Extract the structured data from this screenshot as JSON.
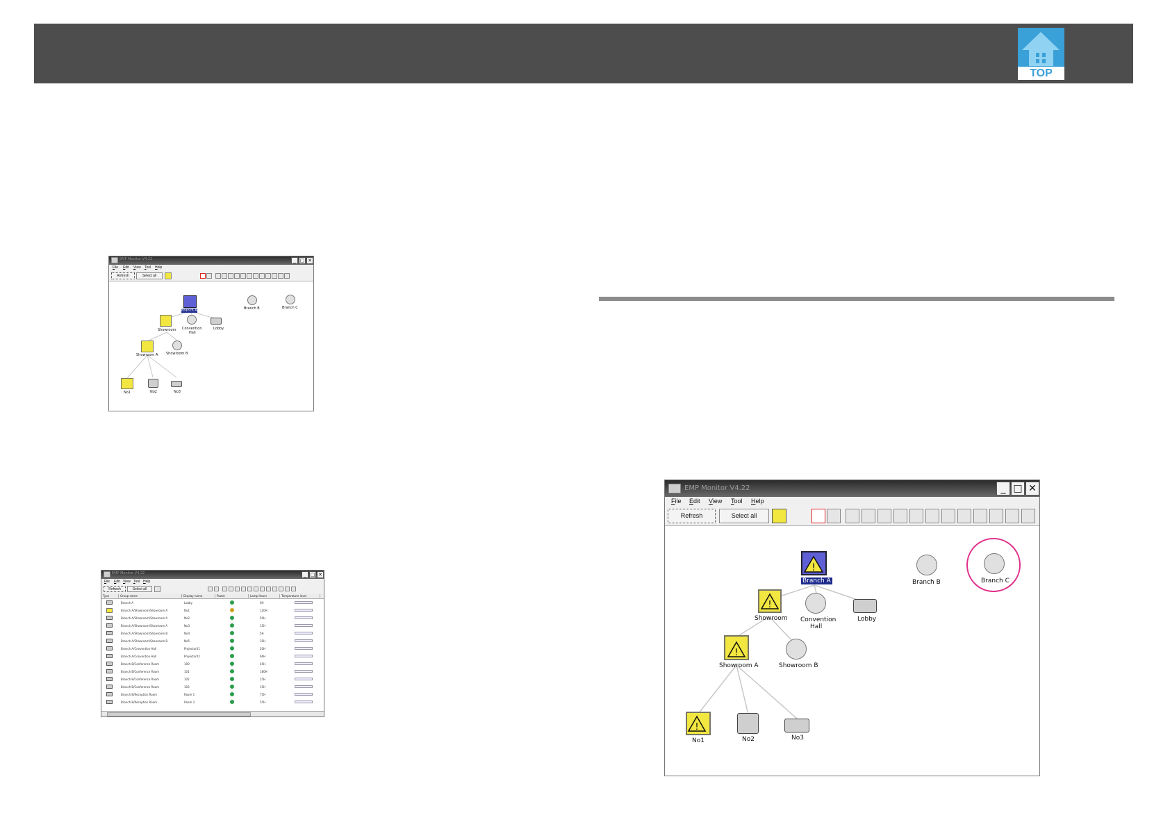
{
  "header": {
    "logo_text": "TOP",
    "logo_color": "#3aa0d8"
  },
  "window1": {
    "title": "EMP Monitor V4.22",
    "menu": [
      "File",
      "Edit",
      "View",
      "Tool",
      "Help"
    ],
    "refresh_label": "Refresh",
    "select_all_label": "Select all",
    "nodes": {
      "branch_a": "Branch A",
      "branch_b": "Branch B",
      "branch_c": "Branch C",
      "showroom": "Showroom",
      "convention_hall_1": "Convention",
      "convention_hall_2": "Hall",
      "lobby": "Lobby",
      "showroom_a": "Showroom A",
      "showroom_b": "Showroom B",
      "no1": "No1",
      "no2": "No2",
      "no3": "No3"
    }
  },
  "window2": {
    "title": "EMP Monitor V4.22",
    "menu": [
      "File",
      "Edit",
      "View",
      "Tool",
      "Help"
    ],
    "refresh_label": "Refresh",
    "select_all_label": "Select all",
    "columns": [
      "Type",
      "Group name",
      "Display name",
      "Power",
      "Lamp Hours",
      "Temperature level"
    ],
    "rows": [
      [
        "Branch A",
        "Lobby",
        "0H"
      ],
      [
        "Branch A/Showroom/Showroom A",
        "No1",
        "120H"
      ],
      [
        "Branch A/Showroom/Showroom A",
        "No2",
        "50H"
      ],
      [
        "Branch A/Showroom/Showroom A",
        "No3",
        "15H"
      ],
      [
        "Branch A/Showroom/Showroom B",
        "No4",
        "5H"
      ],
      [
        "Branch A/Showroom/Showroom B",
        "No5",
        "35H"
      ],
      [
        "Branch A/Convention Hall",
        "Projector01",
        "20H"
      ],
      [
        "Branch A/Convention Hall",
        "Projector02",
        "66H"
      ],
      [
        "Branch B/Conference Room",
        "100",
        "45H"
      ],
      [
        "Branch B/Conference Room",
        "101",
        "180H"
      ],
      [
        "Branch B/Conference Room",
        "102",
        "25H"
      ],
      [
        "Branch B/Conference Room",
        "103",
        "15H"
      ],
      [
        "Branch B/Reception Room",
        "Room 1",
        "75H"
      ],
      [
        "Branch B/Reception Room",
        "Room 2",
        "55H"
      ]
    ]
  },
  "window3": {
    "title": "EMP Monitor V4.22",
    "menu": [
      "File",
      "Edit",
      "View",
      "Tool",
      "Help"
    ],
    "refresh_label": "Refresh",
    "select_all_label": "Select all",
    "nodes": {
      "branch_a": "Branch A",
      "branch_b": "Branch B",
      "branch_c": "Branch C",
      "showroom": "Showroom",
      "convention_hall_1": "Convention",
      "convention_hall_2": "Hall",
      "lobby": "Lobby",
      "showroom_a": "Showroom A",
      "showroom_b": "Showroom B",
      "no1": "No1",
      "no2": "No2",
      "no3": "No3"
    },
    "highlight_color": "#e0308a"
  }
}
